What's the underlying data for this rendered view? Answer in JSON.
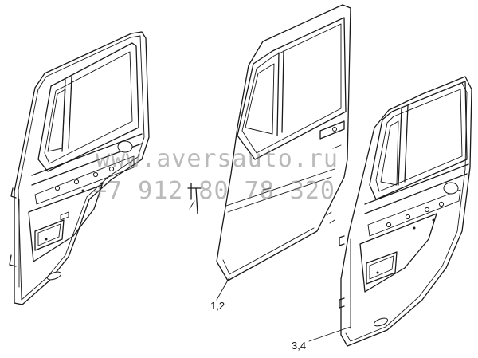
{
  "callouts": {
    "part_1_2": "1,2",
    "part_3_4": "3,4"
  },
  "watermark": {
    "site": "www.aversauto.ru",
    "phone": "+7 912 80 78 320",
    "color": "#828282"
  },
  "colors": {
    "line": "#1a1a1a",
    "background": "#ffffff"
  }
}
